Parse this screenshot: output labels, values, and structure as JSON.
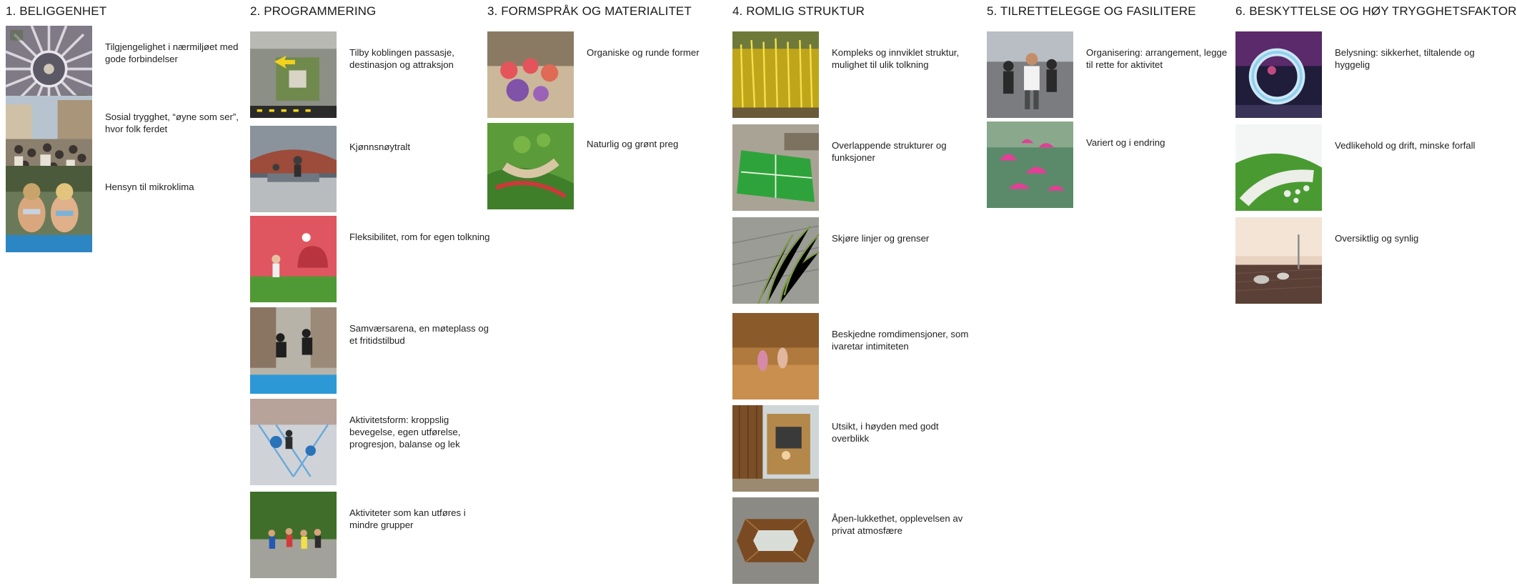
{
  "columns": [
    {
      "title": "1. BELIGGENHET",
      "items": [
        {
          "text": "Tilgjengelighet i nærmiljøet med gode forbindelser",
          "image": "city-aerial-roundabout"
        },
        {
          "text": "Sosial trygghet, “øyne som ser”, hvor folk ferdet",
          "image": "crowded-square"
        },
        {
          "text": "Hensyn til mikroklima",
          "image": "sunbathing-people"
        }
      ]
    },
    {
      "title": "2. PROGRAMMERING",
      "items": [
        {
          "text": "Tilby koblingen passasje, destinasjon og attraksjon",
          "image": "aerial-site-plan"
        },
        {
          "text": "Kjønnsnøytralt",
          "image": "skate-bench"
        },
        {
          "text": "Fleksibilitet, rom for egen tolkning",
          "image": "red-wall-play"
        },
        {
          "text": "Samværsarena, en møteplass og et fritidstilbud",
          "image": "jumping-youth"
        },
        {
          "text": "Aktivitetsform: kroppslig bevegelse, egen utførelse, progresjon, balanse og lek",
          "image": "playground-balance"
        },
        {
          "text": "Aktiviteter som kan utføres i mindre grupper",
          "image": "runners-park"
        }
      ]
    },
    {
      "title": "3. FORMSPRÅK OG MATERIALITET",
      "items": [
        {
          "text": "Organiske og runde former",
          "image": "colored-balls"
        },
        {
          "text": "Naturlig og grønt preg",
          "image": "green-plaza"
        }
      ]
    },
    {
      "title": "4. ROMLIG STRUKTUR",
      "items": [
        {
          "text": "Kompleks og innviklet struktur, mulighet til ulik tolkning",
          "image": "yellow-strings"
        },
        {
          "text": "Overlappende strukturer og funksjoner",
          "image": "green-court"
        },
        {
          "text": "Skjøre linjer og grenser",
          "image": "grass-paving"
        },
        {
          "text": "Beskjedne romdimensjoner, som ivaretar intimiteten",
          "image": "wooden-niche"
        },
        {
          "text": "Utsikt, i høyden med godt overblikk",
          "image": "wooden-tower"
        },
        {
          "text": "Åpen-lukkethet, opplevelsen av privat atmosfære",
          "image": "wooden-frame-pavilion"
        }
      ]
    },
    {
      "title": "5. TILRETTELEGGE OG FASILITERE",
      "items": [
        {
          "text": "Organisering: arrangement, legge til rette for aktivitet",
          "image": "dancing-crowd"
        },
        {
          "text": "Variert og i endring",
          "image": "pink-umbrellas"
        }
      ]
    },
    {
      "title": "6. BESKYTTELSE OG HØY TRYGGHETSFAKTOR",
      "items": [
        {
          "text": "Belysning: sikkerhet, tiltalende og hyggelig",
          "image": "light-ring"
        },
        {
          "text": "Vedlikehold og drift, minske forfall",
          "image": "green-landscape"
        },
        {
          "text": "Oversiktlig og synlig",
          "image": "sunset-deck"
        }
      ]
    }
  ]
}
